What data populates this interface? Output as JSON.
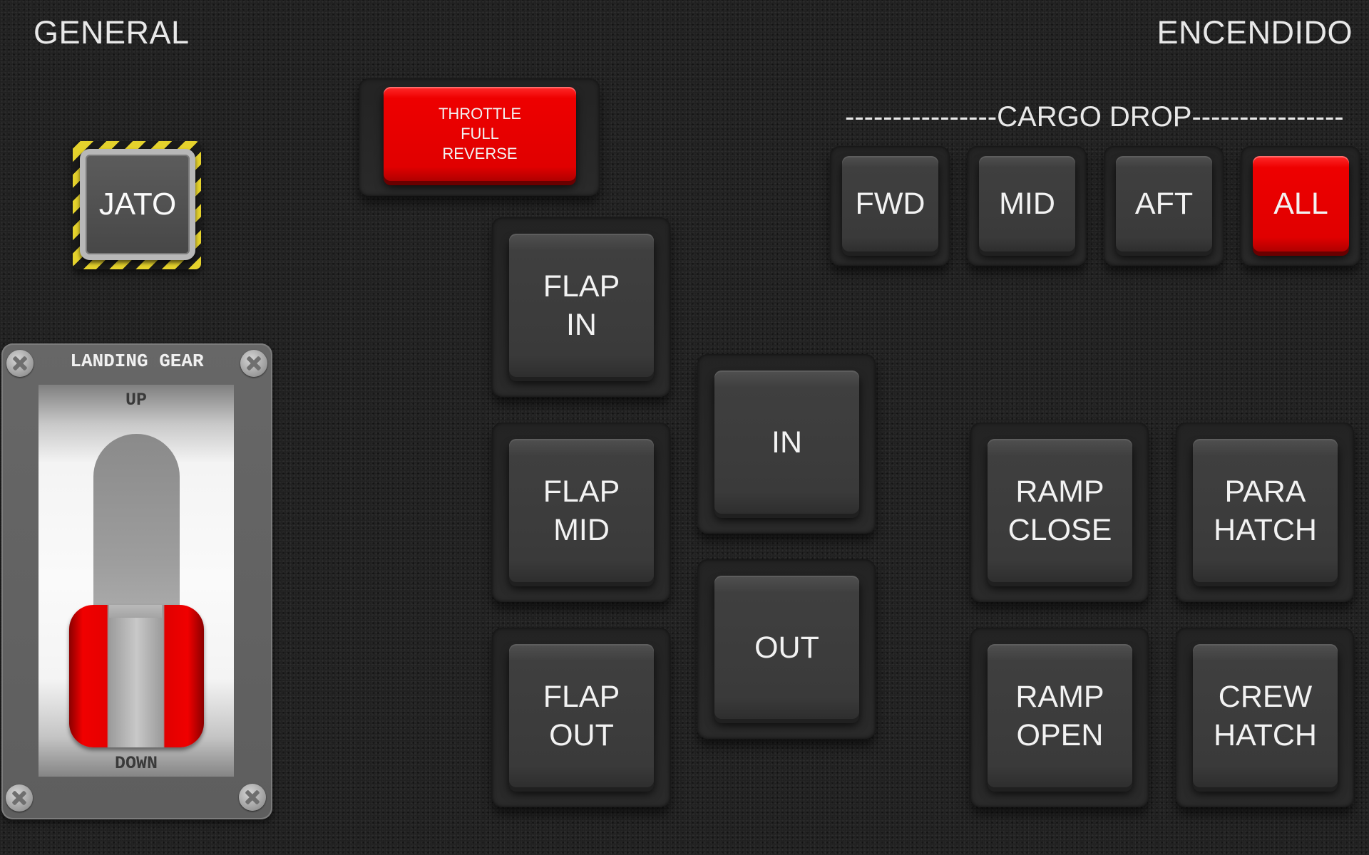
{
  "header": {
    "left_title": "GENERAL",
    "right_status": "ENCENDIDO"
  },
  "throttle": {
    "label": "THROTTLE\nFULL\nREVERSE",
    "color": "#e00000"
  },
  "jato": {
    "label": "JATO"
  },
  "cargo_drop": {
    "label": "----------------CARGO DROP----------------",
    "buttons": [
      {
        "label": "FWD",
        "active": false
      },
      {
        "label": "MID",
        "active": false
      },
      {
        "label": "AFT",
        "active": false
      },
      {
        "label": "ALL",
        "active": true
      }
    ]
  },
  "flaps": {
    "buttons": [
      {
        "label": "FLAP\nIN"
      },
      {
        "label": "FLAP\nMID"
      },
      {
        "label": "FLAP\nOUT"
      }
    ]
  },
  "trim": {
    "in_label": "IN",
    "out_label": "OUT"
  },
  "hatches": {
    "buttons": [
      {
        "label": "RAMP\nCLOSE"
      },
      {
        "label": "PARA\nHATCH"
      },
      {
        "label": "RAMP\nOPEN"
      },
      {
        "label": "CREW\nHATCH"
      }
    ]
  },
  "landing_gear": {
    "title": "LANDING GEAR",
    "up_label": "UP",
    "down_label": "DOWN",
    "position": "DOWN"
  },
  "colors": {
    "background": "#1e1e1e",
    "button_gray": "#3c3c3c",
    "button_red": "#e00000",
    "hazard_yellow": "#e5d22c"
  }
}
